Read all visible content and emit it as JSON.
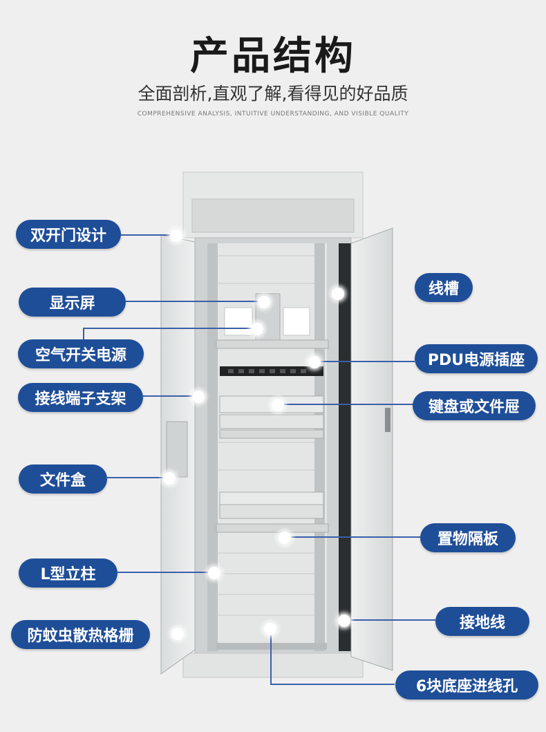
{
  "header": {
    "title": "产品结构",
    "subtitle": "全面剖析,直观了解,看得见的好品质",
    "subtitle_en": "COMPREHENSIVE ANALYSIS, INTUITIVE UNDERSTANDING, AND VISIBLE QUALITY"
  },
  "colors": {
    "label_bg": "#1f4e98",
    "background": "#efefef"
  },
  "labels_left": [
    "双开门设计",
    "显示屏",
    "空气开关电源",
    "接线端子支架",
    "文件盒",
    "L型立柱",
    "防蚊虫散热格栅"
  ],
  "labels_right": [
    "线槽",
    "PDU电源插座",
    "键盘或文件屉",
    "置物隔板",
    "接地线",
    "6块底座进线孔"
  ]
}
